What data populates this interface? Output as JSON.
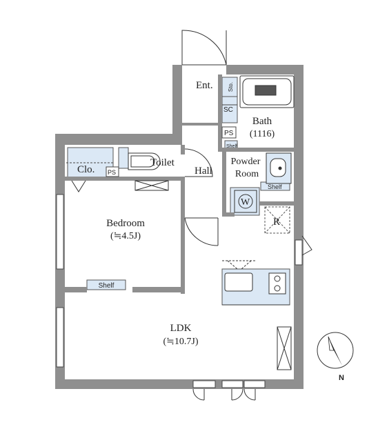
{
  "rooms": {
    "entrance": "Ent.",
    "storage": "Sto.",
    "shoe_cabinet": "SC",
    "pipe_space_1": "PS",
    "pipe_space_2": "PS",
    "bath": "Bath",
    "bath_size": "(1116)",
    "bath_shelf": "Shelf",
    "toilet": "Toilet",
    "hall": "Hall",
    "closet": "Clo.",
    "powder_room_line1": "Powder",
    "powder_room_line2": "Room",
    "powder_shelf": "Shelf",
    "washer": "W",
    "refrigerator": "R",
    "bedroom": "Bedroom",
    "bedroom_size": "(≒4.5J)",
    "bedroom_shelf": "Shelf",
    "ldk": "LDK",
    "ldk_size": "(≒10.7J)"
  },
  "compass": {
    "label": "N"
  },
  "colors": {
    "wall": "#8f8f8f",
    "fixture": "#dbe8f5",
    "line": "#333333"
  }
}
